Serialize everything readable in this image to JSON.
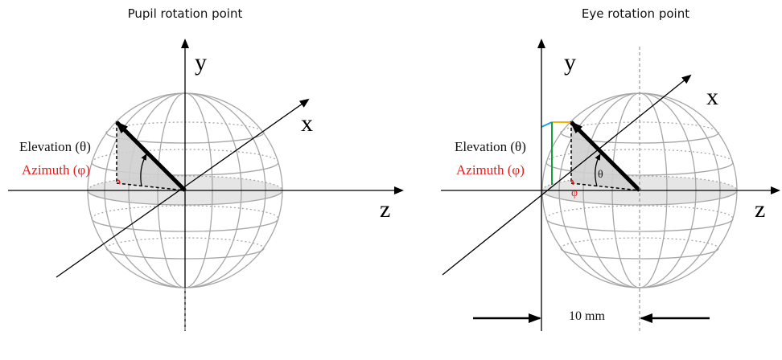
{
  "panels": {
    "left": {
      "title": "Pupil rotation point",
      "axis_y": "y",
      "axis_x": "x",
      "axis_z": "z",
      "elevation_label": "Elevation (θ)",
      "azimuth_label": "Azimuth (φ)"
    },
    "right": {
      "title": "Eye rotation point",
      "axis_y": "y",
      "axis_x": "x",
      "axis_z": "z",
      "elevation_label": "Elevation (θ)",
      "azimuth_label": "Azimuth (φ)",
      "theta_symbol": "θ",
      "phi_symbol": "φ",
      "distance_label": "10 mm"
    }
  },
  "colors": {
    "sphere": "#a0a0a0",
    "azimuth": "#e02020",
    "highlight_yellow": "#f0b400",
    "highlight_blue": "#1aa0e0",
    "highlight_green": "#10a040"
  }
}
